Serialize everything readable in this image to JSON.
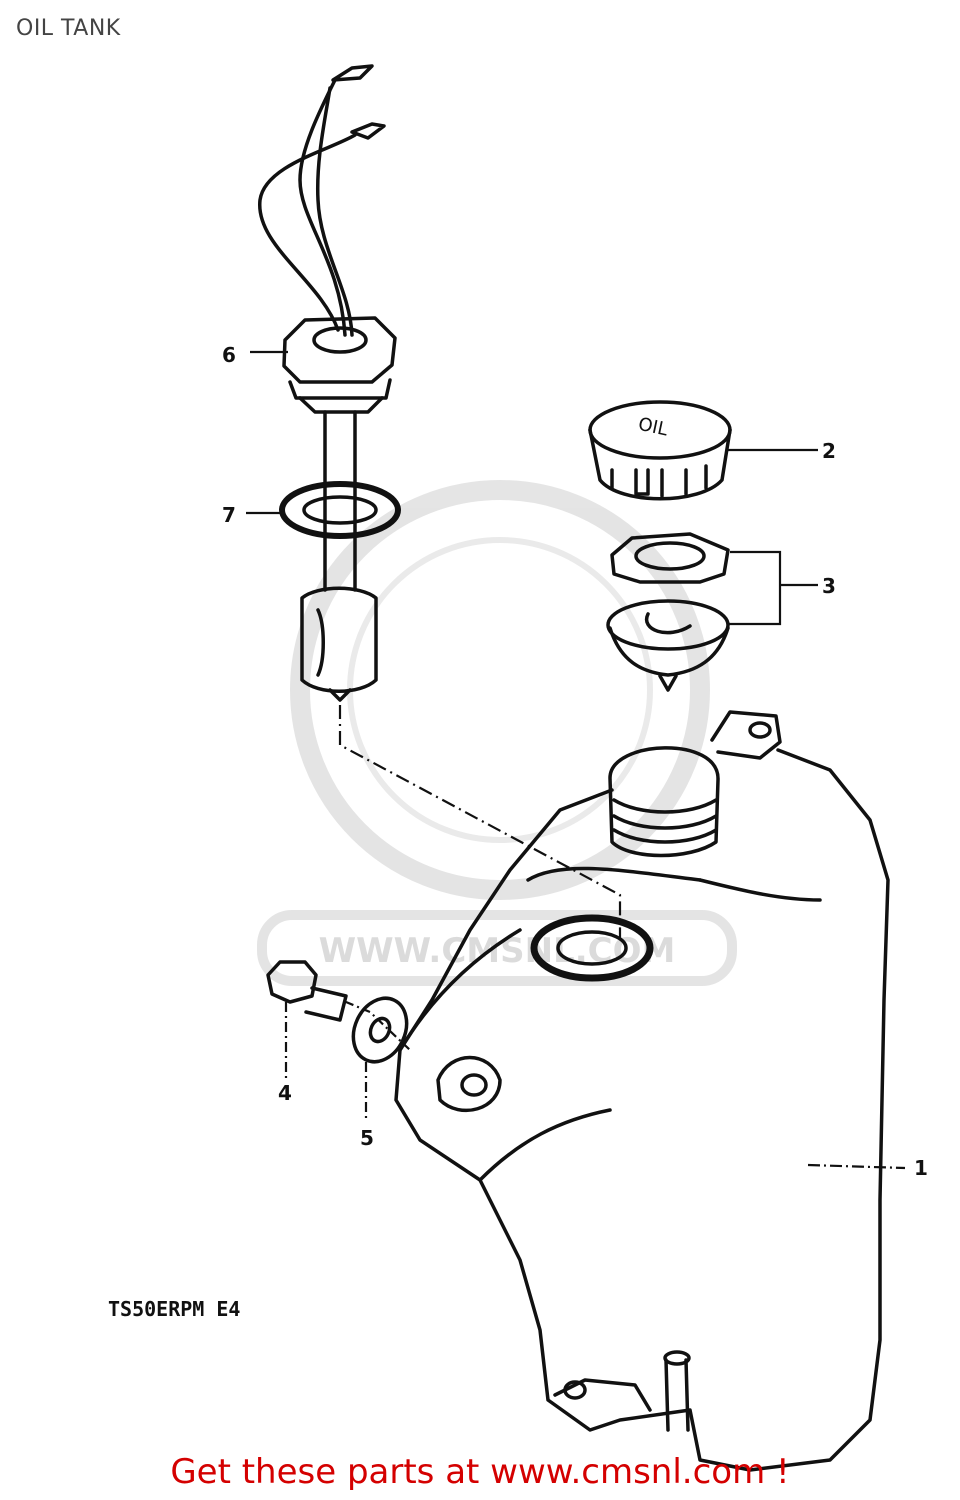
{
  "page": {
    "title": "OIL TANK"
  },
  "diagram": {
    "model_code": "TS50ERPM E4",
    "callouts": [
      "1",
      "2",
      "3",
      "4",
      "5",
      "6",
      "7"
    ],
    "cap_text": "OIL",
    "watermark": "WWW.CMSNL.COM"
  },
  "footer": {
    "cta": "Get these parts at www.cmsnl.com !"
  },
  "colors": {
    "cta": "#d40000",
    "ink": "#111111",
    "watermark": "#d8d8d8"
  }
}
